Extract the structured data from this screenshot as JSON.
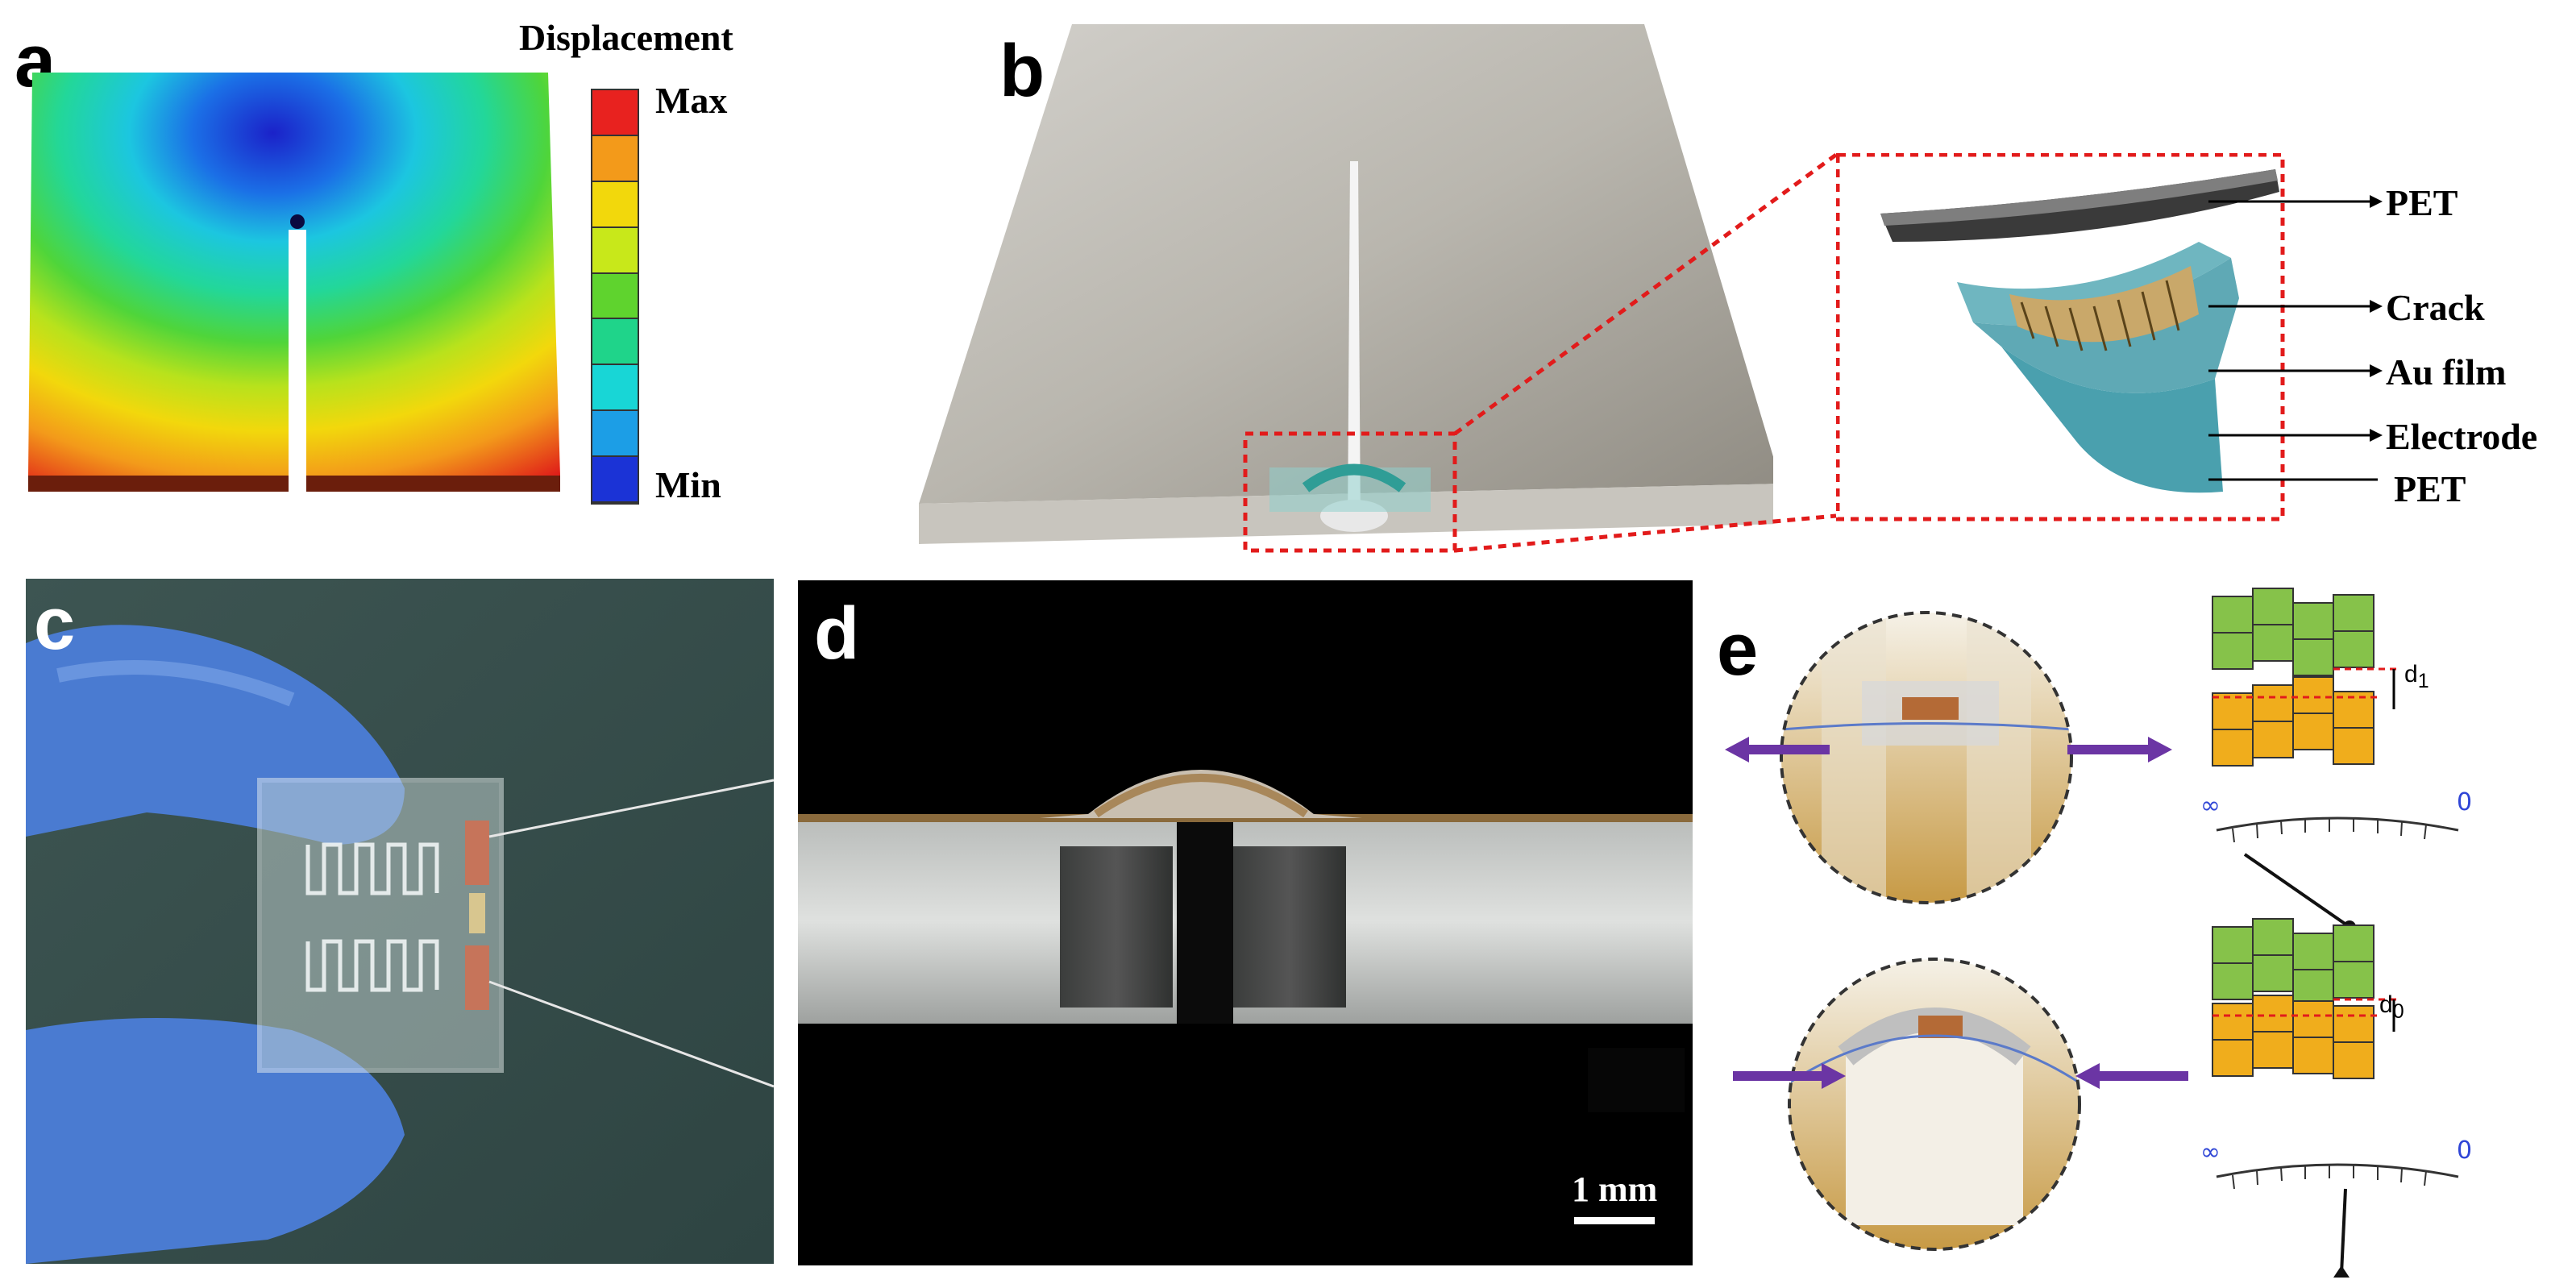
{
  "figure": {
    "panels": {
      "a": {
        "label": "a",
        "legend_title": "Displacement",
        "scale_max": "Max",
        "scale_min": "Min",
        "scale_colors": [
          "#e8221f",
          "#f39a1a",
          "#f2d80c",
          "#c8e81a",
          "#5fd32e",
          "#1fd48a",
          "#18d6d6",
          "#1c9ee6",
          "#1b33d6"
        ]
      },
      "b": {
        "label": "b",
        "layers": [
          "PET",
          "Crack",
          "Au film",
          "Electrode",
          "PET"
        ]
      },
      "c": {
        "label": "c"
      },
      "d": {
        "label": "d",
        "scale_bar": "1 mm"
      },
      "e": {
        "label": "e",
        "top_gap_label": "d",
        "top_gap_sub": "1",
        "bottom_gap_label": "d",
        "bottom_gap_sub": "0",
        "dial_left": "∞",
        "dial_right": "0"
      }
    }
  }
}
